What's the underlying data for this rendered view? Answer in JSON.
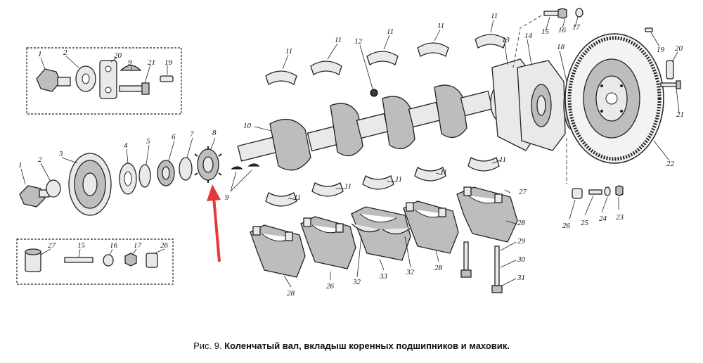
{
  "caption": {
    "prefix": "Рис. 9.",
    "title": "Коленчатый вал, вкладыш коренных подшипников и маховик."
  },
  "callouts": {
    "1": "1",
    "2": "2",
    "3": "3",
    "4": "4",
    "5": "5",
    "6": "6",
    "7": "7",
    "8": "8",
    "9": "9",
    "10": "10",
    "11": "11",
    "12": "12",
    "13": "13",
    "14": "14",
    "15": "15",
    "16": "16",
    "17": "17",
    "18": "18",
    "19": "19",
    "20": "20",
    "21": "21",
    "22": "22",
    "23": "23",
    "24": "24",
    "25": "25",
    "26": "26",
    "27": "27",
    "28": "28",
    "29": "29",
    "30": "30",
    "31": "31",
    "32": "32",
    "33": "33"
  },
  "colors": {
    "arrow": "#e53935",
    "ink": "#222222",
    "paper": "#ffffff"
  }
}
